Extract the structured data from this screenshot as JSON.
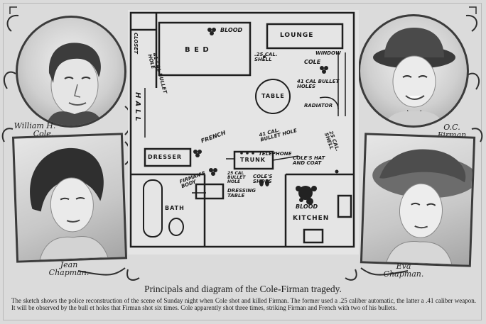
{
  "title": "Principals and diagram of the Cole-Firman tragedy.",
  "caption": "The sketch shows the police reconstruction of the scene of Sunday night when Cole shot and killed Firman. The former used a .25 caliber automatic, the latter a .41 caliber weapon. It will be observed by the bull et holes that Firman shot six times. Cole apparently shot three times, striking Firman and French with two of his bullets.",
  "portraits": {
    "william_cole": [
      "William H.",
      "Cole."
    ],
    "jean_chapman": [
      "Jean",
      "Chapman."
    ],
    "oc_firman": [
      "O.C.",
      "Firman"
    ],
    "eva_chapman": [
      "Eva",
      "Chapman."
    ]
  },
  "diagram": {
    "bed": "B E D",
    "blood_top": "BLOOD",
    "lounge": "LOUNGE",
    "closet": "CLOSET",
    "cal41_bullet_hole": "41 CAL BULLET HOLE",
    "hall": "HALL",
    "cal25_shell": ".25 CAL. SHELL",
    "window": "WINDOW",
    "cole": "COLE",
    "cal41_bullet_holes": "41 CAL BULLET HOLES",
    "table": "TABLE",
    "radiator": "RADIATOR",
    "french": "FRENCH",
    "cal41_bullet_hole_trunk": "41 CAL. BULLET HOLE",
    "telephone": "TELEPHONE",
    "trunk": "TRUNK",
    "dresser": "DRESSER",
    "firmans_body": "FIRMAN'S BODY",
    "cal25_bullet_hole": "25 CAL BULLET HOLE",
    "coles_shoes": "COLE'S SHOES",
    "dressing_table": "DRESSING TABLE",
    "cal25_shell_right": "25 CAL. SHELL",
    "coles_hat_coat": "COLE'S HAT AND COAT",
    "bath": "BATH",
    "blood_kitchen": "BLOOD",
    "kitchen": "KITCHEN"
  }
}
